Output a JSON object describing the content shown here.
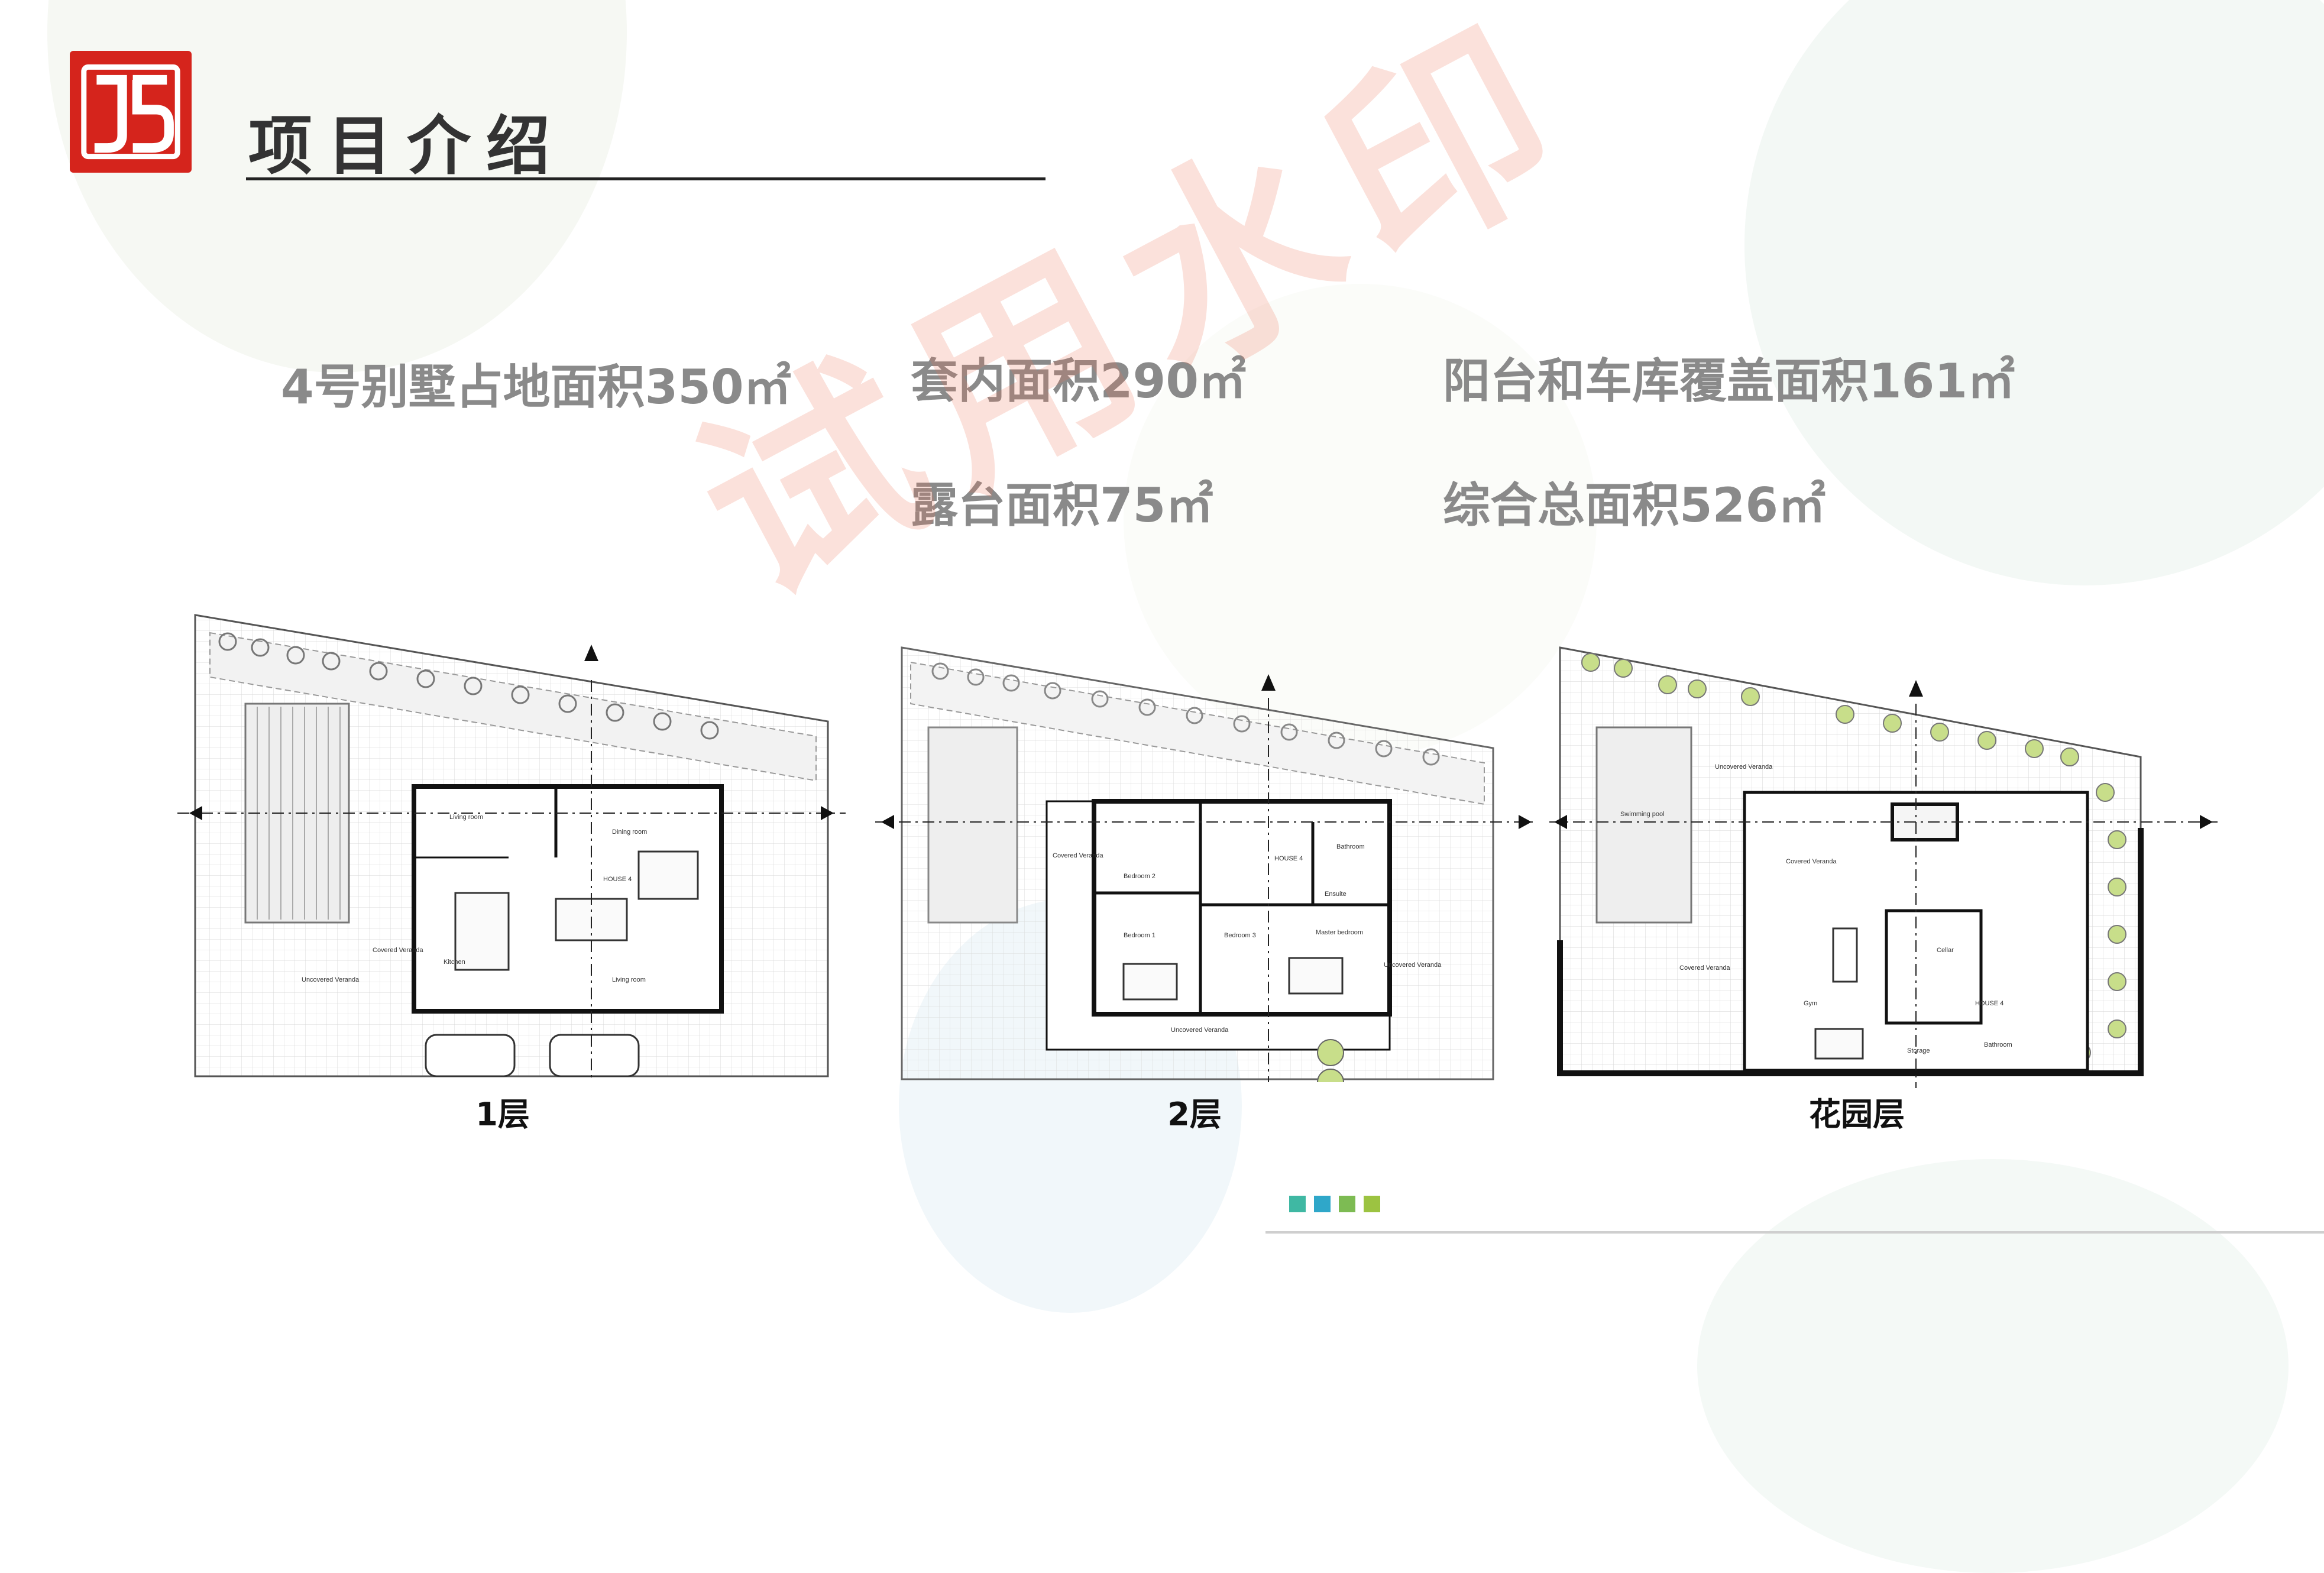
{
  "header": {
    "title": "项目介绍",
    "logo_color": "#d5241c",
    "logo_icon": "js-logo"
  },
  "stats": {
    "site_area": "4号别墅占地面积350㎡",
    "interior_area": "套内面积290㎡",
    "balcony_garage_area": "阳台和车库覆盖面积161㎡",
    "terrace_area": "露台面积75㎡",
    "total_area": "综合总面积526㎡"
  },
  "floor_plans": [
    {
      "label": "1层",
      "rooms": [
        "Living room",
        "Dining room",
        "HOUSE 4",
        "Kitchen",
        "Covered Veranda",
        "Uncovered Veranda",
        "Living room"
      ]
    },
    {
      "label": "2层",
      "rooms": [
        "Covered Veranda",
        "Bedroom 2",
        "Bedroom 1",
        "Bedroom 3",
        "HOUSE 4",
        "Bathroom",
        "Ensuite",
        "Master bedroom",
        "Uncovered Veranda",
        "Uncovered Veranda"
      ]
    },
    {
      "label": "花园层",
      "rooms": [
        "Uncovered Veranda",
        "Swimming pool",
        "Covered Veranda",
        "Covered Veranda",
        "Cellar",
        "Gym",
        "HOUSE 4",
        "Storage",
        "Bathroom"
      ]
    }
  ],
  "watermark": "试用水印",
  "decor": {
    "dot_colors": [
      "#3fb8a3",
      "#2fa7c9",
      "#7dbb53",
      "#9cc341"
    ]
  }
}
